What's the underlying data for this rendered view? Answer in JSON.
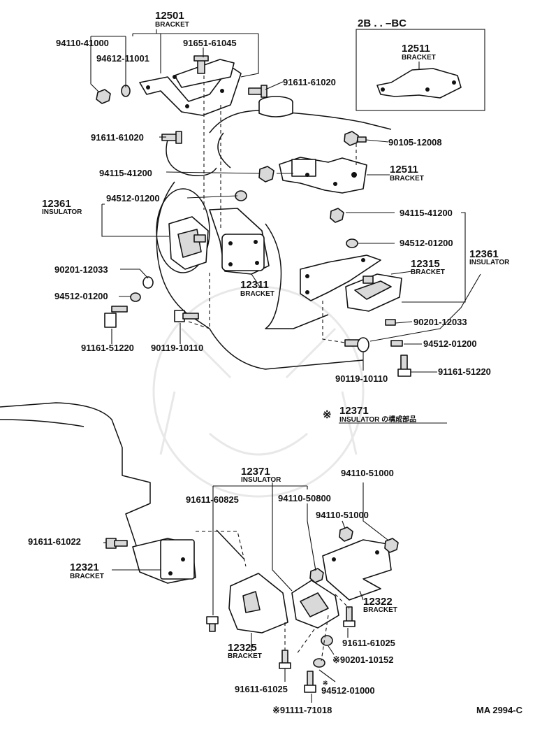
{
  "figure_code": "MA 2994-C",
  "inset": {
    "title": "2B . . –BC",
    "part_no": "12511",
    "part_name": "BRACKET"
  },
  "note": {
    "mark": "※",
    "part_no": "12371",
    "text": "INSULATOR の構成部品"
  },
  "top": {
    "bracket_12501": {
      "part_no": "12501",
      "part_name": "BRACKET"
    },
    "bracket_12511": {
      "part_no": "12511",
      "part_name": "BRACKET"
    },
    "insulator_12361_left": {
      "part_no": "12361",
      "part_name": "INSULATOR"
    },
    "insulator_12361_right": {
      "part_no": "12361",
      "part_name": "INSULATOR"
    },
    "bracket_12315": {
      "part_no": "12315",
      "part_name": "BRACKET"
    },
    "bracket_12311": {
      "part_no": "12311",
      "part_name": "BRACKET"
    },
    "nut_94110_41000": "94110-41000",
    "washer_94612_11001": "94612-11001",
    "bolt_91651_61045": "91651-61045",
    "bolt_91611_61020_a": "91611-61020",
    "bolt_91611_61020_b": "91611-61020",
    "nut_90105_12008": "90105-12008",
    "nut_94115_41200_a": "94115-41200",
    "washer_94512_01200_a": "94512-01200",
    "nut_94115_41200_b": "94115-41200",
    "washer_94512_01200_b": "94512-01200",
    "washer_90201_12033_a": "90201-12033",
    "washer_94512_01200_c": "94512-01200",
    "bolt_91161_51220_a": "91161-51220",
    "bolt_90119_10110_a": "90119-10110",
    "washer_90201_12033_b": "90201-12033",
    "washer_94512_01200_d": "94512-01200",
    "bolt_90119_10110_b": "90119-10110",
    "bolt_91161_51220_b": "91161-51220"
  },
  "bottom": {
    "insulator_12371": {
      "part_no": "12371",
      "part_name": "INSULATOR"
    },
    "bracket_12321": {
      "part_no": "12321",
      "part_name": "BRACKET"
    },
    "bracket_12322": {
      "part_no": "12322",
      "part_name": "BRACKET"
    },
    "bracket_12325": {
      "part_no": "12325",
      "part_name": "BRACKET"
    },
    "bolt_91611_60825": "91611-60825",
    "nut_94110_50800": "94110-50800",
    "nut_94110_51000_a": "94110-51000",
    "nut_94110_51000_b": "94110-51000",
    "bolt_91611_61022": "91611-61022",
    "bolt_91611_61025_a": "91611-61025",
    "washer_90201_10152": "※90201-10152",
    "bolt_91611_61025_b": "91611-61025",
    "washer_94512_01000": "94512-01000",
    "bolt_91111_71018": "※91111-71018",
    "star_mark": "※"
  }
}
